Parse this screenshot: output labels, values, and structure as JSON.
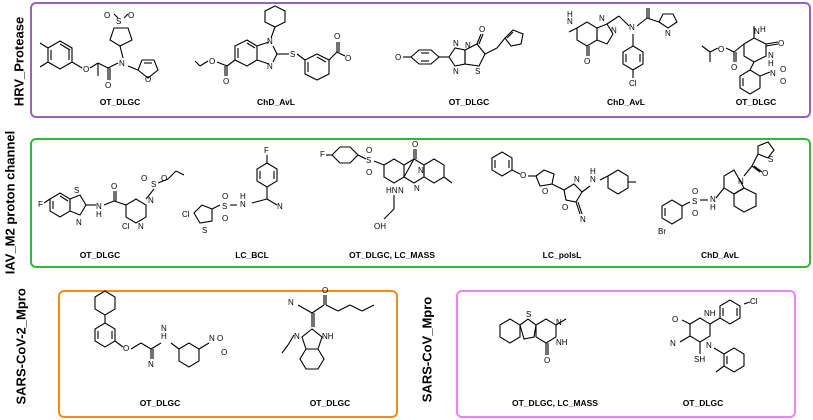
{
  "colors": {
    "purple": "#9b5fc0",
    "green": "#33b833",
    "orange": "#f08c1a",
    "pink": "#ee82ee"
  },
  "panels": {
    "hrv": {
      "title": "HRV_Protease",
      "captions": [
        "OT_DLGC",
        "ChD_AvL",
        "OT_DLGC",
        "ChD_AvL",
        "OT_DLGC"
      ]
    },
    "iav": {
      "title": "IAV_M2 proton channel",
      "captions": [
        "OT_DLGC",
        "LC_BCL",
        "OT_DLGC, LC_MASS",
        "LC_polsL",
        "ChD_AvL"
      ]
    },
    "sars2": {
      "title": "SARS-CoV-2_Mpro",
      "captions": [
        "OT_DLGC",
        "OT_DLGC"
      ]
    },
    "sars": {
      "title": "SARS-CoV_Mpro",
      "captions": [
        "OT_DLGC, LC_MASS",
        "OT_DLGC"
      ]
    }
  },
  "atoms": {
    "hrv1": [
      "O",
      "O",
      "S",
      "O",
      "N",
      "O"
    ],
    "hrv2": [
      "N",
      "O",
      "O",
      "N",
      "S",
      "O",
      "O"
    ],
    "hrv3": [
      "O",
      "N",
      "N",
      "N",
      "S",
      "O"
    ],
    "hrv4": [
      "N",
      "H",
      "N",
      "N",
      "N",
      "O",
      "N",
      "O",
      "Cl"
    ],
    "hrv5": [
      "O",
      "O",
      "N",
      "H",
      "N",
      "H",
      "O",
      "N",
      "O",
      "O"
    ],
    "iav1": [
      "F",
      "S",
      "N",
      "H",
      "N",
      "O",
      "N",
      "N",
      "Cl",
      "O",
      "S",
      "O"
    ],
    "iav2": [
      "F",
      "Cl",
      "S",
      "O",
      "S",
      "O",
      "N",
      "H",
      "N"
    ],
    "iav3": [
      "F",
      "O",
      "S",
      "O",
      "O",
      "N",
      "N",
      "HN",
      "N",
      "OH"
    ],
    "iav4": [
      "O",
      "O",
      "N",
      "O",
      "N",
      "H",
      "N"
    ],
    "iav5": [
      "S",
      "O",
      "Br",
      "O",
      "S",
      "O",
      "N",
      "H",
      "N"
    ],
    "sars2a": [
      "O",
      "N",
      "H",
      "N",
      "O",
      "O"
    ],
    "sars2b": [
      "N",
      "O",
      "N",
      "NH"
    ],
    "sarsA": [
      "S",
      "N",
      "NH",
      "O"
    ],
    "sarsB": [
      "Cl",
      "O",
      "NH",
      "N",
      "N",
      "SH"
    ]
  }
}
